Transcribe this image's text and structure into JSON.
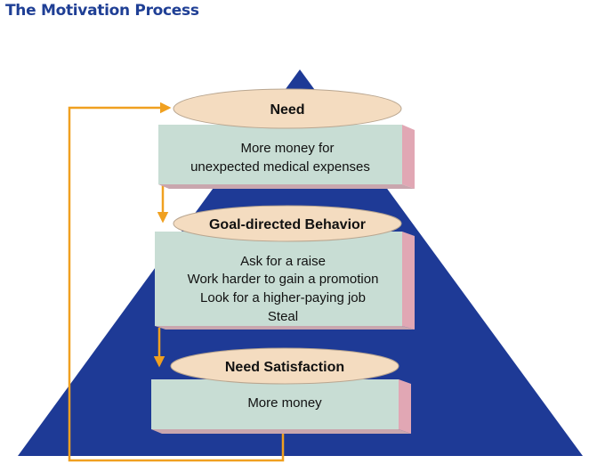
{
  "title": "The Motivation Process",
  "colors": {
    "title": "#1f3f95",
    "pyramid": "#1e3a96",
    "box_face": "#c8ddd4",
    "box_side": "#e1a7b4",
    "oval": "#f4dcc0",
    "arrow": "#f0a020"
  },
  "stages": [
    {
      "label": "Need",
      "lines": [
        "More money for",
        "unexpected medical expenses"
      ]
    },
    {
      "label": "Goal-directed Behavior",
      "lines": [
        "Ask for a raise",
        "Work harder to gain a promotion",
        "Look for a higher-paying job",
        "Steal"
      ]
    },
    {
      "label": "Need Satisfaction",
      "lines": [
        "More money"
      ]
    }
  ]
}
